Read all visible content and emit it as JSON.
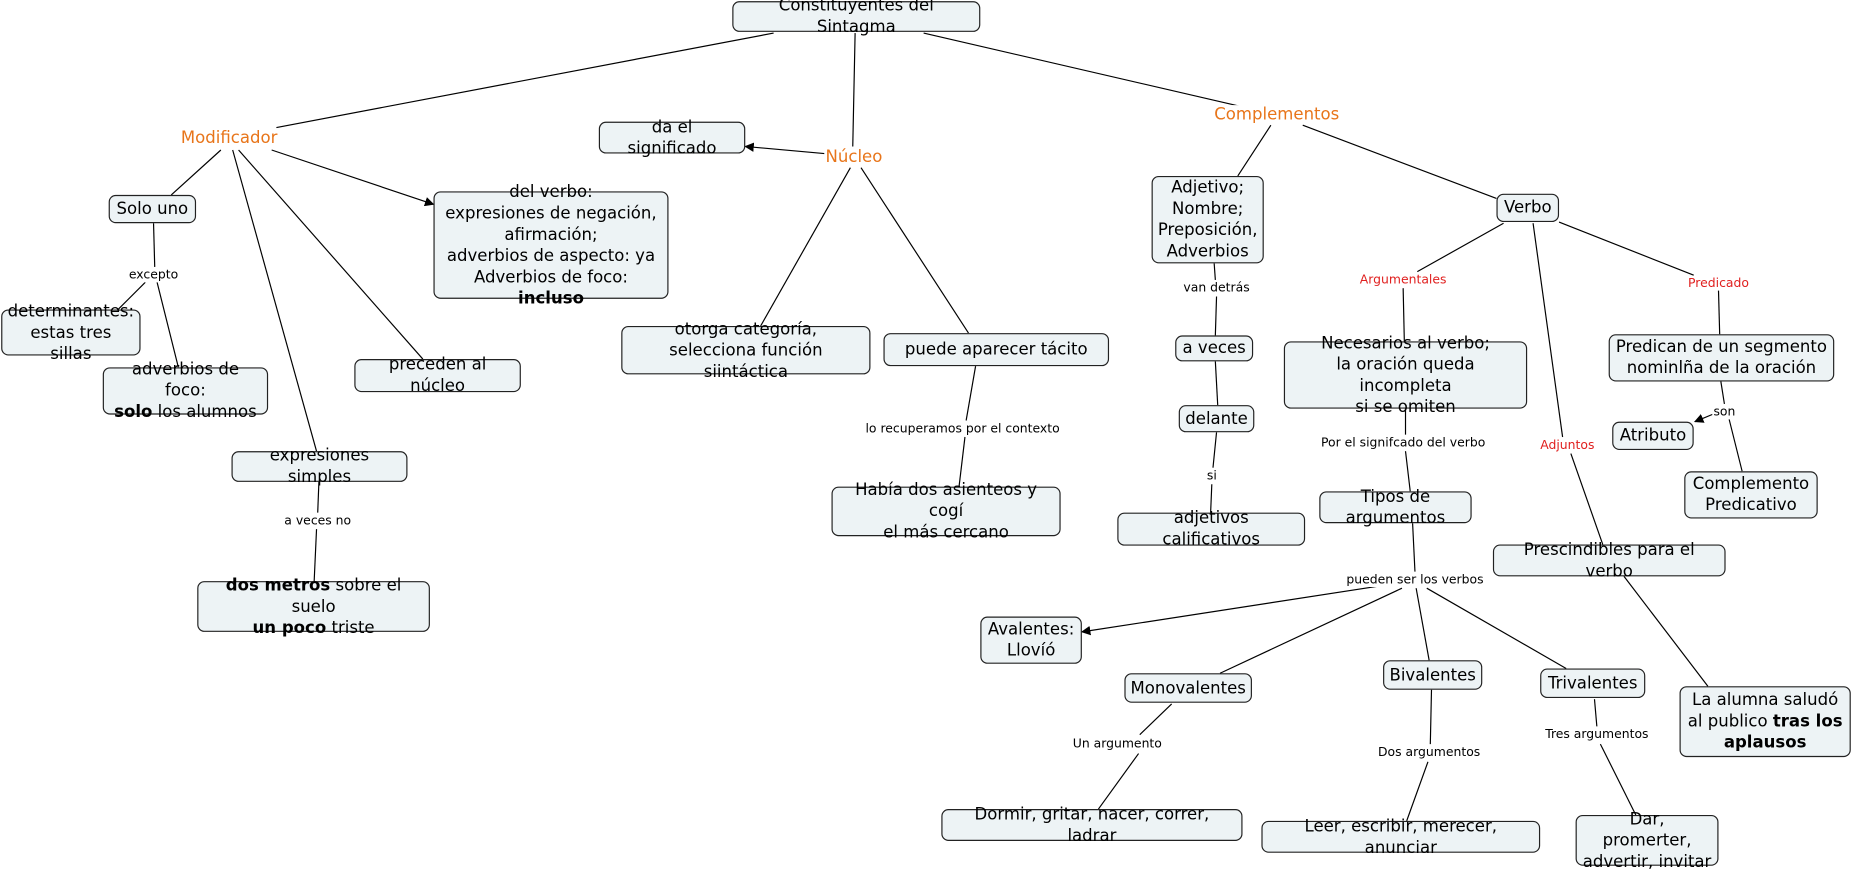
{
  "title": "Constituyentes del Sintagma",
  "colors": {
    "concept": "#e8751a",
    "link_label_red": "#e0201f",
    "node_fill": "#edf3f5",
    "line": "#000000"
  },
  "concepts": [
    {
      "id": "modificador",
      "text": "Modificador"
    },
    {
      "id": "nucleo",
      "text": "Núcleo"
    },
    {
      "id": "complementos",
      "text": "Complementos"
    }
  ],
  "nodes": [
    {
      "id": "root",
      "parts": [
        {
          "text": "Constituyentes del Sintagma"
        }
      ]
    },
    {
      "id": "da",
      "parts": [
        {
          "text": "da el significado"
        }
      ]
    },
    {
      "id": "solo",
      "parts": [
        {
          "text": "Solo uno"
        }
      ]
    },
    {
      "id": "delverbo",
      "parts": [
        {
          "text": "del verbo:\nexpresiones de negación,\nafirmación;\nadverbios de aspecto: ya\nAdverbios de foco: "
        },
        {
          "text": "incluso",
          "bold": true
        }
      ]
    },
    {
      "id": "determ",
      "parts": [
        {
          "text": "determinantes:\nestas tres sillas"
        }
      ]
    },
    {
      "id": "advfoco",
      "parts": [
        {
          "text": "adverbios de foco:\n"
        },
        {
          "text": "solo",
          "bold": true
        },
        {
          "text": " los alumnos"
        }
      ]
    },
    {
      "id": "preceden",
      "parts": [
        {
          "text": "preceden al núcleo"
        }
      ]
    },
    {
      "id": "exprs",
      "parts": [
        {
          "text": "expresiones simples"
        }
      ]
    },
    {
      "id": "dosmetros",
      "parts": [
        {
          "text": "dos metros",
          "bold": true
        },
        {
          "text": " sobre el suelo\n"
        },
        {
          "text": "un poco",
          "bold": true
        },
        {
          "text": " triste"
        }
      ]
    },
    {
      "id": "otorga",
      "parts": [
        {
          "text": "otorga categoría,\nselecciona función siintáctica"
        }
      ]
    },
    {
      "id": "tacito",
      "parts": [
        {
          "text": "puede aparecer tácito"
        }
      ]
    },
    {
      "id": "habia",
      "parts": [
        {
          "text": "Había dos asienteos y cogí\nel más cercano"
        }
      ]
    },
    {
      "id": "adjnom",
      "parts": [
        {
          "text": "Adjetivo;\nNombre;\nPreposición,\nAdverbios"
        }
      ]
    },
    {
      "id": "aveces",
      "parts": [
        {
          "text": "a veces"
        }
      ]
    },
    {
      "id": "delante",
      "parts": [
        {
          "text": "delante"
        }
      ]
    },
    {
      "id": "adjcal",
      "parts": [
        {
          "text": "adjetivos calificativos"
        }
      ]
    },
    {
      "id": "verbo",
      "parts": [
        {
          "text": "Verbo"
        }
      ]
    },
    {
      "id": "necesarios",
      "parts": [
        {
          "text": "Necesarios al verbo;\nla oración queda incompleta\nsi se omiten"
        }
      ]
    },
    {
      "id": "predican",
      "parts": [
        {
          "text": "Predican de un segmento\nnominlña de la oración"
        }
      ]
    },
    {
      "id": "atributo",
      "parts": [
        {
          "text": "Atributo"
        }
      ]
    },
    {
      "id": "compred",
      "parts": [
        {
          "text": "Complemento\nPredicativo"
        }
      ]
    },
    {
      "id": "tipos",
      "parts": [
        {
          "text": "Tipos de argumentos"
        }
      ]
    },
    {
      "id": "prescind",
      "parts": [
        {
          "text": "Prescindibles para el verbo"
        }
      ]
    },
    {
      "id": "avalentes",
      "parts": [
        {
          "text": "Avalentes:\nLlovíó"
        }
      ]
    },
    {
      "id": "monoval",
      "parts": [
        {
          "text": "Monovalentes"
        }
      ]
    },
    {
      "id": "bival",
      "parts": [
        {
          "text": "Bivalentes"
        }
      ]
    },
    {
      "id": "trival",
      "parts": [
        {
          "text": "Trivalentes"
        }
      ]
    },
    {
      "id": "alumna",
      "parts": [
        {
          "text": "La alumna saludó\nal publico "
        },
        {
          "text": "tras los\naplausos",
          "bold": true
        }
      ]
    },
    {
      "id": "dormir",
      "parts": [
        {
          "text": "Dormir, gritar, nacer, correr, ladrar"
        }
      ]
    },
    {
      "id": "leer",
      "parts": [
        {
          "text": "Leer, escribir, merecer, anunciar"
        }
      ]
    },
    {
      "id": "dar",
      "parts": [
        {
          "text": "Dar, promerter,\nadvertir, invitar"
        }
      ]
    }
  ],
  "link_labels": [
    {
      "id": "excepto",
      "text": "excepto"
    },
    {
      "id": "avecesno",
      "text": "a veces  no"
    },
    {
      "id": "recuperamos",
      "text": "lo recuperamos por el contexto"
    },
    {
      "id": "vandetras",
      "text": "van detrás"
    },
    {
      "id": "si",
      "text": "si"
    },
    {
      "id": "argumentales",
      "text": "Argumentales",
      "red": true
    },
    {
      "id": "predicado",
      "text": "Predicado",
      "red": true
    },
    {
      "id": "son",
      "text": "son"
    },
    {
      "id": "porel",
      "text": "Por el signifcado del verbo"
    },
    {
      "id": "adjuntos",
      "text": "Adjuntos",
      "red": true
    },
    {
      "id": "pueden",
      "text": "pueden ser los verbos"
    },
    {
      "id": "unarg",
      "text": "Un argumento"
    },
    {
      "id": "dosarg",
      "text": "Dos argumentos"
    },
    {
      "id": "tresarg",
      "text": "Tres argumentos"
    }
  ]
}
